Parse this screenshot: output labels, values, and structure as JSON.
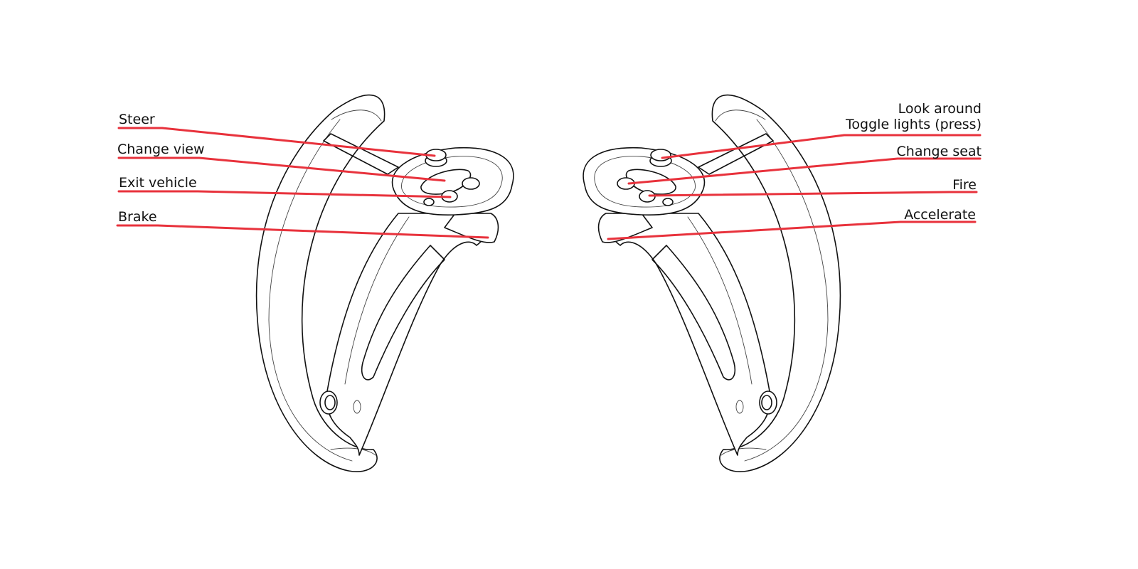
{
  "colors": {
    "callout": "#e8323c",
    "outline": "#111111",
    "background": "#ffffff"
  },
  "left_controller": {
    "labels": {
      "steer": "Steer",
      "change_view": "Change view",
      "exit_vehicle": "Exit vehicle",
      "brake": "Brake"
    }
  },
  "right_controller": {
    "labels": {
      "look_around": "Look around",
      "toggle_lights": "Toggle lights (press)",
      "change_seat": "Change seat",
      "fire": "Fire",
      "accelerate": "Accelerate"
    }
  }
}
